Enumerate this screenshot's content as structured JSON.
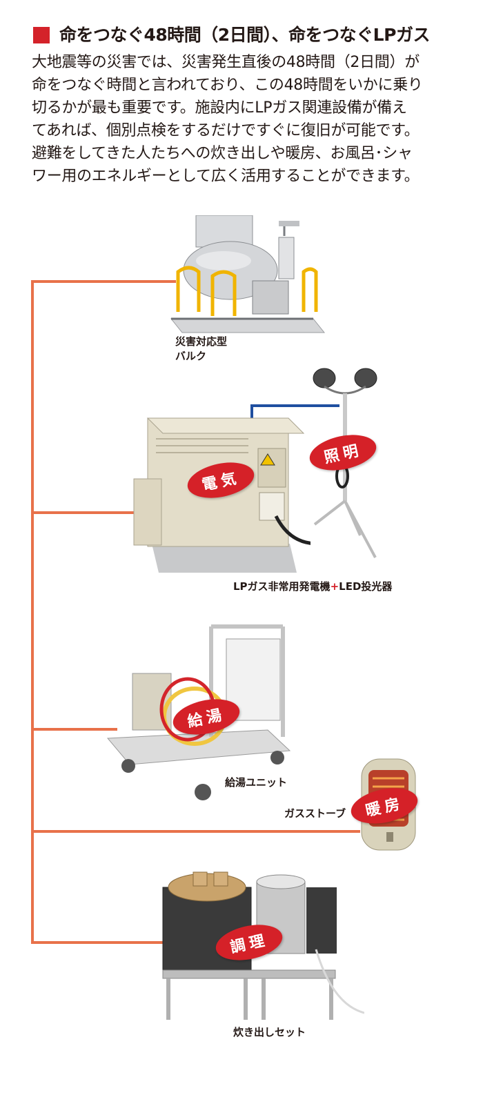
{
  "heading": {
    "title": "命をつなぐ48時間（2日間）、命をつなぐLPガス"
  },
  "body": {
    "lines": [
      "大地震等の災害では、災害発生直後の48時間（2日間）が",
      "命をつなぐ時間と言われており、この48時間をいかに乗り",
      "切るかが最も重要です。施設内にLPガス関連設備が備え",
      "てあれば、個別点検をするだけですぐに復旧が可能です。",
      "避難をしてきた人たちへの炊き出しや暖房、お風呂･シャ",
      "ワー用のエネルギーとして広く活用することができます。"
    ]
  },
  "items": {
    "bulk": {
      "caption_line1": "災害対応型",
      "caption_line2": "バルク"
    },
    "generator": {
      "badge_power": "電気",
      "badge_light": "照明",
      "caption_part1": "LPガス非常用発電機",
      "caption_plus": "+",
      "caption_part2": "LED投光器"
    },
    "water_heater": {
      "badge": "給湯",
      "caption": "給湯ユニット"
    },
    "stove": {
      "badge": "暖房",
      "caption": "ガスストーブ"
    },
    "cooking": {
      "badge": "調理",
      "caption": "炊き出しセット"
    }
  },
  "colors": {
    "accent": "#d4222a",
    "connector": "#e8714a",
    "light_line": "#1f4fa0"
  }
}
